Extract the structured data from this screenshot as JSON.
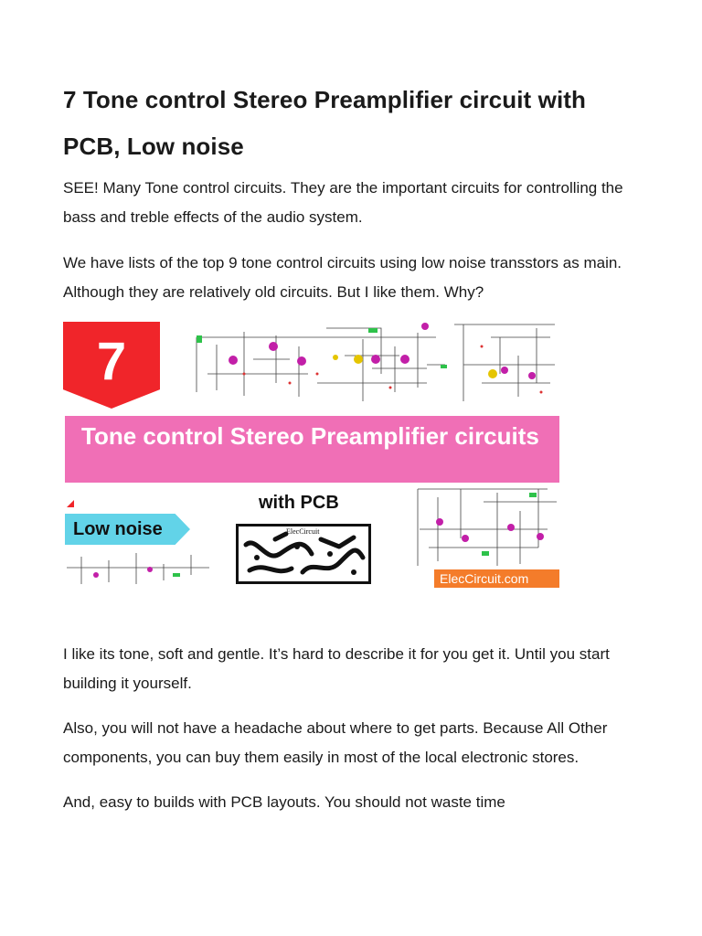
{
  "article": {
    "title": "7 Tone control Stereo Preamplifier circuit with PCB, Low noise",
    "paragraphs": [
      "SEE! Many Tone control circuits. They are the important circuits for controlling the bass and treble effects of the audio system.",
      "We have lists of the top 9 tone control circuits using low noise transstors as main. Although they are relatively old circuits. But I like them. Why?",
      "I like its tone, soft and gentle. It’s hard to describe it for you get it. Until you start building it yourself.",
      "Also, you will not have a headache about where to get parts. Because All Other components, you can buy them easily in most of the local electronic stores.",
      "And, easy to builds with PCB layouts. You should not waste time"
    ]
  },
  "banner": {
    "badge_number": "7",
    "headline": "Tone control Stereo Preamplifier circuits",
    "subtitle": "with PCB",
    "tag": "Low noise",
    "watermark": "ElecCircuit.com",
    "pcb_label": "ElecCircuit",
    "colors": {
      "badge_red": "#f0252a",
      "headline_pink": "#f06fb6",
      "tag_cyan": "#62d3e8",
      "watermark_orange": "#f47c2a",
      "transistor_magenta": "#c21fa8"
    }
  }
}
